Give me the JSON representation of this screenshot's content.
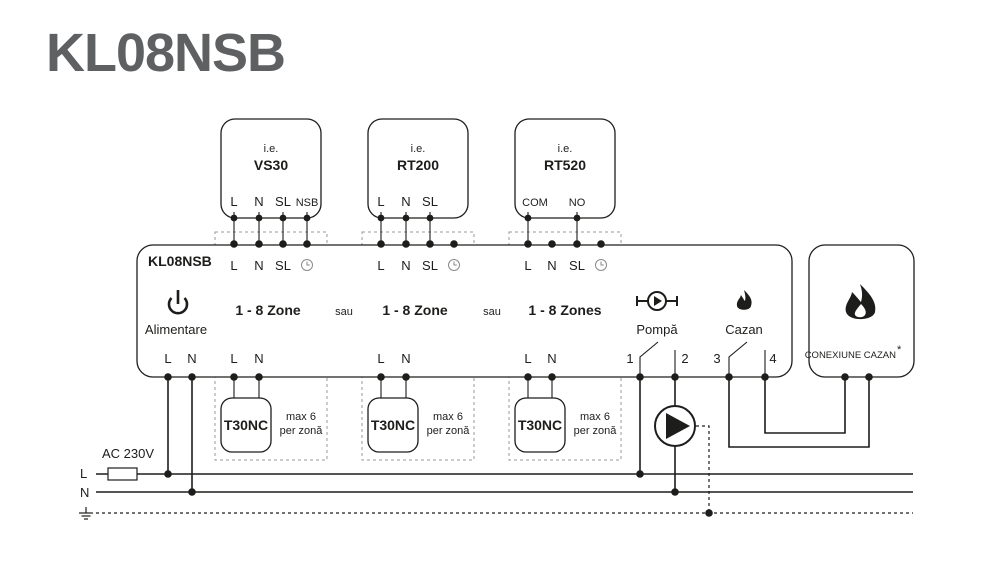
{
  "title": "KL08NSB",
  "controller": {
    "name": "KL08NSB",
    "power_label": "Alimentare",
    "power_terminals": [
      "L",
      "N"
    ],
    "separator": "sau"
  },
  "thermostats": [
    {
      "prefix": "i.e.",
      "model": "VS30",
      "terminals": [
        "L",
        "N",
        "SL",
        "NSB"
      ]
    },
    {
      "prefix": "i.e.",
      "model": "RT200",
      "terminals": [
        "L",
        "N",
        "SL"
      ]
    },
    {
      "prefix": "i.e.",
      "model": "RT520",
      "terminals": [
        "COM",
        "NO"
      ]
    }
  ],
  "zones": [
    {
      "terminals": [
        "L",
        "N",
        "SL"
      ],
      "label": "1 - 8 Zone",
      "bottom_terminals": [
        "L",
        "N"
      ],
      "actuator": "T30NC",
      "actuator_note": [
        "max 6",
        "per zonă"
      ]
    },
    {
      "terminals": [
        "L",
        "N",
        "SL"
      ],
      "label": "1 - 8 Zone",
      "bottom_terminals": [
        "L",
        "N"
      ],
      "actuator": "T30NC",
      "actuator_note": [
        "max 6",
        "per zonă"
      ]
    },
    {
      "terminals": [
        "L",
        "N",
        "SL"
      ],
      "label": "1 - 8 Zones",
      "bottom_terminals": [
        "L",
        "N"
      ],
      "actuator": "T30NC",
      "actuator_note": [
        "max 6",
        "per zonă"
      ]
    }
  ],
  "relays": {
    "pump": {
      "label": "Pompă",
      "terminals": [
        "1",
        "2"
      ],
      "icon": "pump-icon"
    },
    "boiler": {
      "label": "Cazan",
      "terminals": [
        "3",
        "4"
      ],
      "icon": "flame-icon"
    }
  },
  "boiler_box": {
    "label": "CONEXIUNE CAZAN",
    "mark": "*",
    "icon": "flame-icon"
  },
  "supply": {
    "voltage": "AC 230V",
    "lines": [
      "L",
      "N"
    ],
    "ground_icon": "ground-icon"
  }
}
